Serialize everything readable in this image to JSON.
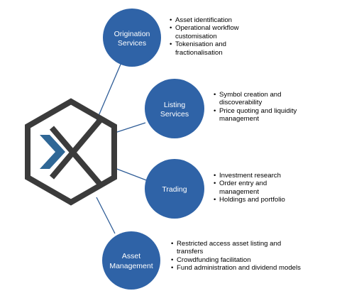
{
  "services": [
    {
      "id": "origination",
      "title_lines": [
        "Origination",
        "Services"
      ],
      "bullets": [
        "Asset identification",
        "Operational workflow customisation",
        "Tokenisation and fractionalisation"
      ]
    },
    {
      "id": "listing",
      "title_lines": [
        "Listing",
        "Services"
      ],
      "bullets": [
        "Symbol creation and discoverability",
        "Price quoting and liquidity management"
      ]
    },
    {
      "id": "trading",
      "title_lines": [
        "Trading"
      ],
      "bullets": [
        "Investment research",
        "Order entry and management",
        "Holdings and portfolio"
      ]
    },
    {
      "id": "asset",
      "title_lines": [
        "Asset",
        "Management"
      ],
      "bullets": [
        "Restricted access asset listing and transfers",
        "Crowdfunding facilitation",
        "Fund administration and dividend models"
      ]
    }
  ],
  "colors": {
    "circle_fill": "#2f63a7",
    "connector": "#2f5d97",
    "logo_stroke": "#3b3b3b",
    "logo_accent": "#2f6796",
    "text": "#000000",
    "circle_text": "#ffffff"
  },
  "icons": {
    "logo": "hexagon-x-logo",
    "logo_accent": "chevron-right-icon"
  }
}
